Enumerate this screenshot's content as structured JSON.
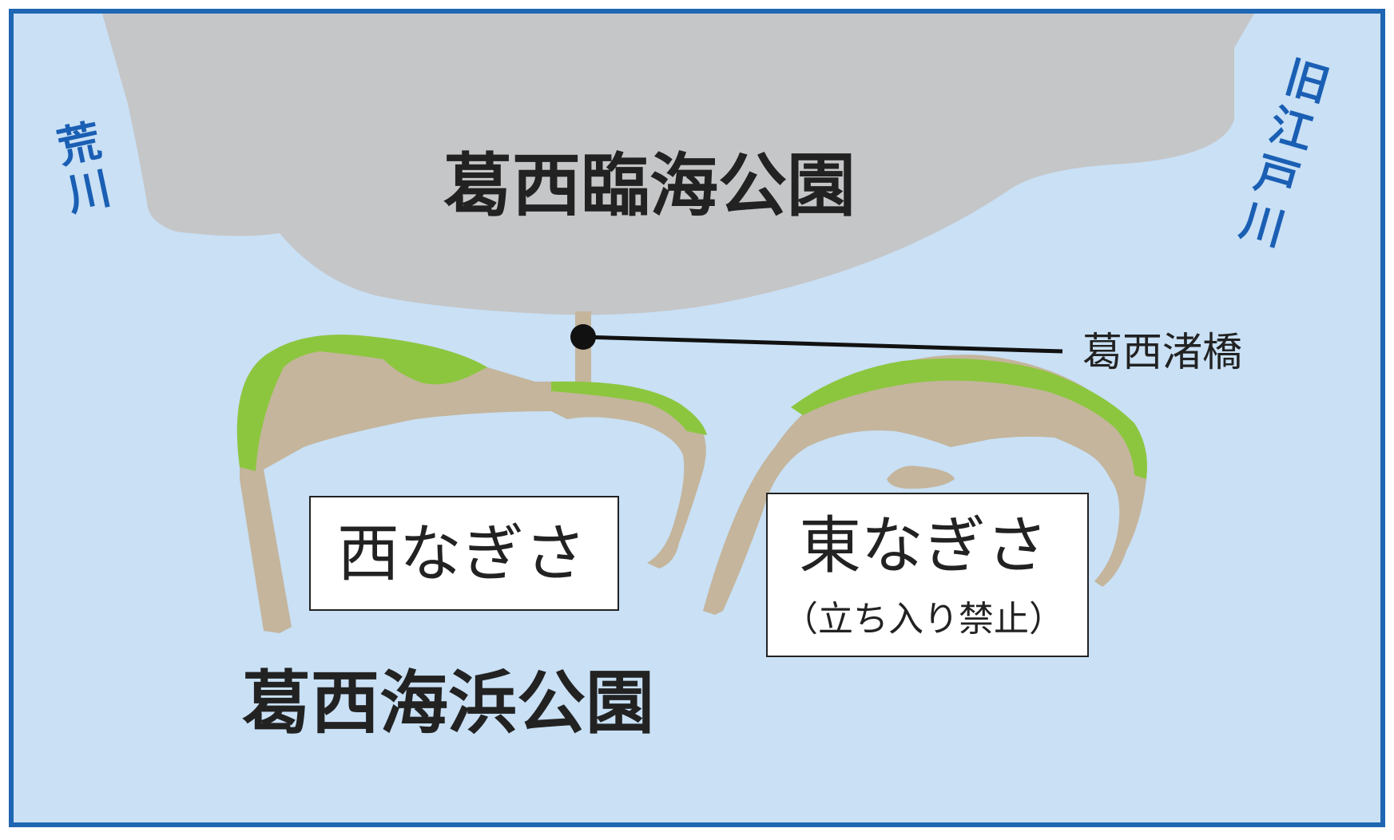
{
  "map": {
    "parks": {
      "rinkai": "葛西臨海公園",
      "kaihin": "葛西海浜公園"
    },
    "rivers": {
      "arakawa_top": "荒",
      "arakawa_bottom": "川",
      "kyuedo_1": "旧",
      "kyuedo_2": "江",
      "kyuedo_3": "戸",
      "kyuedo_4": "川"
    },
    "bridge_label": "葛西渚橋",
    "beaches": {
      "west": "西なぎさ",
      "east": "東なぎさ",
      "east_note": "（立ち入り禁止）"
    },
    "colors": {
      "water": "#c9e0f5",
      "land": "#c5c6c8",
      "sand": "#c4b59c",
      "green": "#8cc63f",
      "border": "#1f66b3",
      "river_text": "#1a5fb4"
    }
  }
}
